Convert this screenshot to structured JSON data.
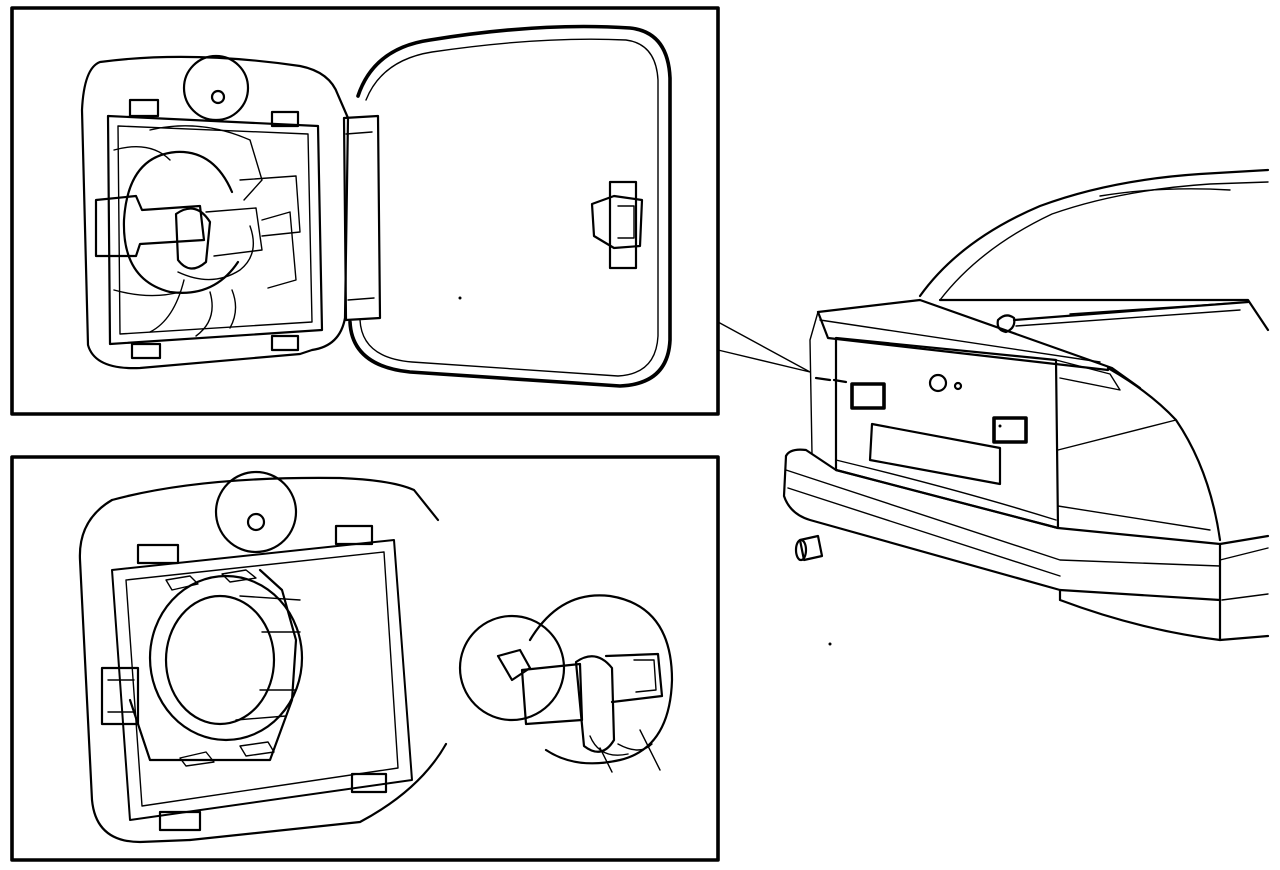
{
  "figure": {
    "panels": [
      {
        "name": "fuel-flap-open-with-cap-stowed"
      },
      {
        "name": "fuel-filler-neck-and-removed-cap"
      },
      {
        "name": "car-rear-view"
      }
    ],
    "text_labels": []
  },
  "colors": {
    "ink": "#000000",
    "paper": "#ffffff"
  }
}
